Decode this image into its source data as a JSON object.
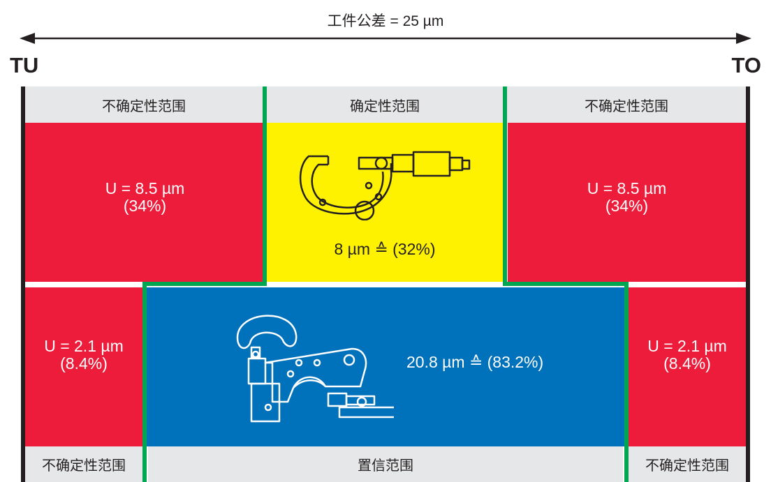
{
  "tolerance": {
    "label": "工件公差 = 25 µm"
  },
  "limits": {
    "lower": "TU",
    "upper": "TO"
  },
  "top_row": {
    "left_label": "不确定性范围",
    "center_label": "确定性范围",
    "right_label": "不确定性范围",
    "left_value": "U = 8.5 µm",
    "left_percent": "(34%)",
    "right_value": "U = 8.5 µm",
    "right_percent": "(34%)",
    "center_value": "8 µm ≙ (32%)",
    "center_icon": "micrometer-icon"
  },
  "bottom_row": {
    "left_value": "U = 2.1 µm",
    "left_percent": "(8.4%)",
    "right_value": "U = 2.1 µm",
    "right_percent": "(8.4%)",
    "center_value": "20.8 µm ≙ (83.2%)",
    "center_icon": "snap-gauge-icon",
    "left_label": "不确定性范围",
    "center_label": "置信范围",
    "right_label": "不确定性范围"
  },
  "colors": {
    "uncertainty": "#ed1c3a",
    "certainty": "#fff200",
    "confidence": "#0071bb",
    "boundary": "#00a651",
    "limit_line": "#231f20",
    "label_background": "#e6e7e8"
  }
}
